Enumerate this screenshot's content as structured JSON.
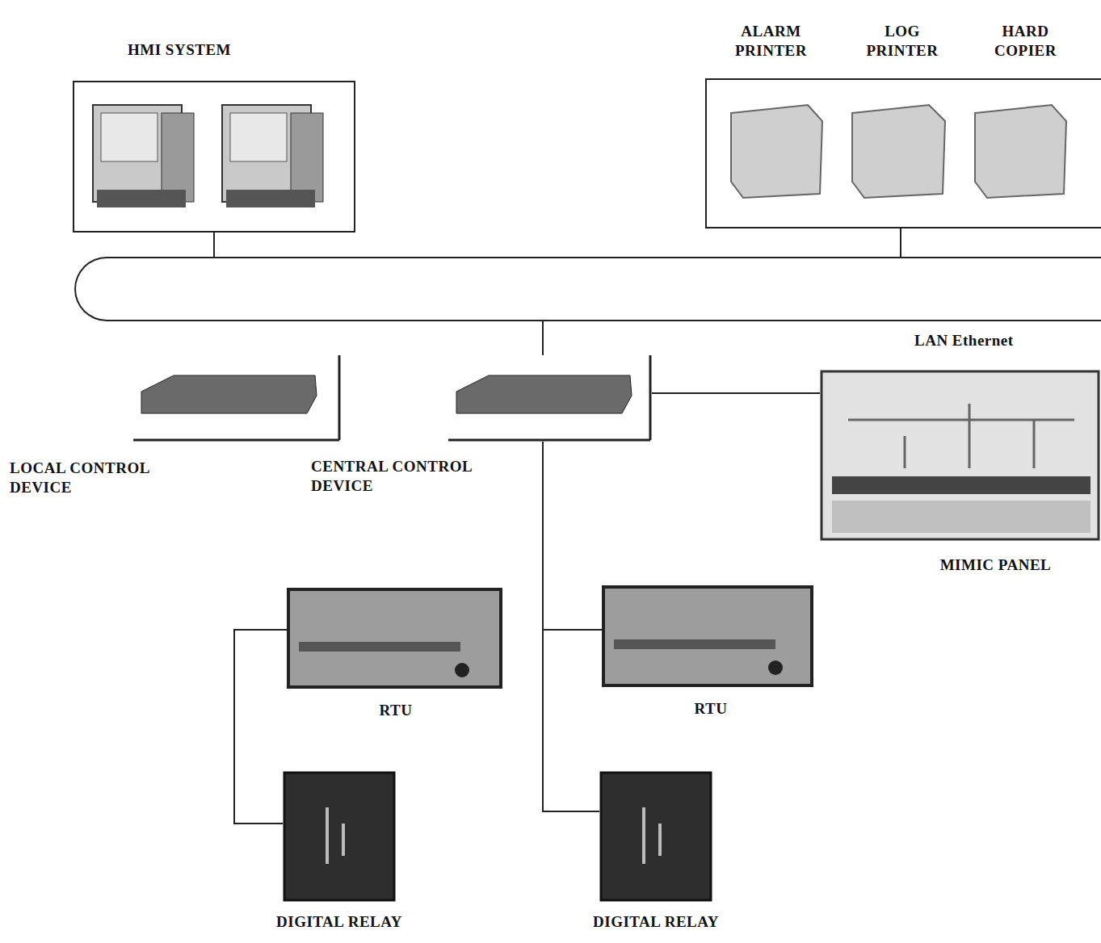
{
  "diagram": {
    "nodes": [
      {
        "text": [
          "HMI SYSTEM"
        ]
      },
      {
        "text": [
          "ALARM PRINTER",
          "LOG PRINTER",
          "HARD COPIER"
        ]
      },
      {
        "text": [
          "LAN Ethernet"
        ]
      },
      {
        "text": [
          "LOCAL CONTROL DEVICE"
        ]
      },
      {
        "text": [
          "CENTRAL CONTROL DEVICE"
        ]
      },
      {
        "text": [
          "MIMIC PANEL"
        ]
      },
      {
        "text": [
          "RTU"
        ]
      },
      {
        "text": [
          "RTU"
        ]
      },
      {
        "text": [
          "DIGITAL RELAY"
        ]
      },
      {
        "text": [
          "DIGITAL RELAY"
        ]
      }
    ],
    "edges": [
      {
        "from": 0,
        "to": 2,
        "arrow": "none"
      },
      {
        "from": 1,
        "to": 2,
        "arrow": "none"
      },
      {
        "from": 2,
        "to": 4,
        "arrow": "none"
      },
      {
        "from": 4,
        "to": 5,
        "arrow": "none"
      },
      {
        "from": 4,
        "to": 7,
        "arrow": "none"
      },
      {
        "from": 4,
        "to": 9,
        "arrow": "none"
      },
      {
        "from": 6,
        "to": 8,
        "arrow": "none"
      }
    ]
  }
}
